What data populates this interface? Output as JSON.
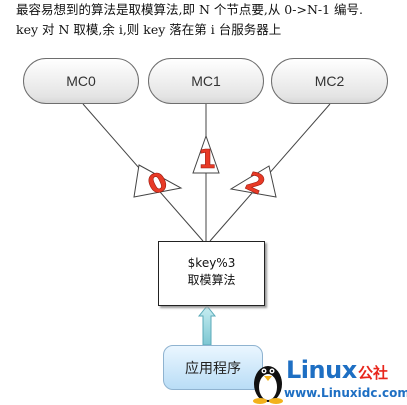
{
  "caption": {
    "line1": "最容易想到的算法是取模算法,即 N 个节点要,从 0->N-1 编号.",
    "line2": "key 对 N 取模,余 i,则 key 落在第 i 台服务器上"
  },
  "servers": [
    {
      "label": "MC0"
    },
    {
      "label": "MC1"
    },
    {
      "label": "MC2"
    }
  ],
  "arrow_labels": [
    "0",
    "1",
    "2"
  ],
  "function_box": {
    "line1": "$key%3",
    "line2": "取模算法"
  },
  "app_box": {
    "label": "应用程序"
  },
  "watermark": {
    "brand": "Linux",
    "brand_cn": "公社",
    "url": "www.Linuxidc.com"
  },
  "colors": {
    "arrow_label": "#e83a26",
    "up_arrow": "#8fd3dc",
    "app_fill": "#b9ddf6",
    "logo_blue": "#1e6fc3",
    "logo_red": "#e8261c"
  }
}
